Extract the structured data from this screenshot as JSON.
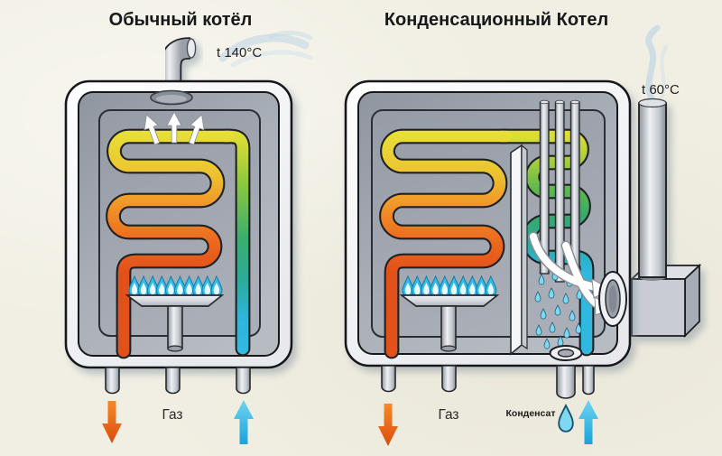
{
  "diagram": {
    "kind": "boiler-comparison-illustration",
    "background_color": "#f1efe3"
  },
  "left_boiler": {
    "title": "Обычный котёл",
    "flue_temp": "t 140°C",
    "gas_label": "Газ"
  },
  "right_boiler": {
    "title": "Конденсационный Котел",
    "flue_temp": "t 60°C",
    "gas_label": "Газ",
    "condensate_label": "Конденсат"
  },
  "colors": {
    "coil_start_yellow": "#e7e039",
    "coil_warm_orange": "#f19127",
    "coil_hot_red": "#e3511a",
    "condensing_green": "#3fae5f",
    "return_cyan": "#2db5dc",
    "flame_blue": "#35bde8",
    "hot_water_arrow": "#e8621a",
    "cold_water_arrow": "#35bde8",
    "metal_light": "#f4f5f7",
    "metal_mid": "#aab0b8",
    "outline": "#1d1f23"
  }
}
